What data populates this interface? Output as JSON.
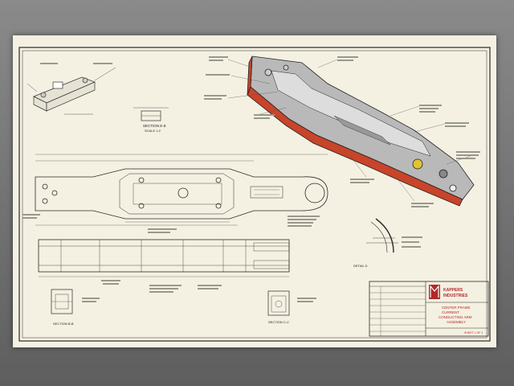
{
  "drawing": {
    "sheet_label": "engineering-drawing-sheet",
    "views": {
      "section_e": "SECTION E-E",
      "section_e_scale": "SCALE 1:2",
      "section_b": "SECTION B-B",
      "section_c": "SECTION C-C",
      "detail_d": "DETAIL D"
    },
    "title_block": {
      "company_line1": "KAPPERS",
      "company_line2": "INDUSTRIES",
      "part_line1": "CENTER FRAME",
      "part_line2": "CURRENT",
      "part_line3": "CONDUCTING ARM",
      "part_line4": "ASSEMBLY",
      "sheet": "SHEET 1 OF 1"
    },
    "colors": {
      "paper": "#f4f1e2",
      "line": "#2a2a2a",
      "iso_body": "#c8442a",
      "iso_top": "#b9b9b9",
      "logo": "#b32828"
    }
  }
}
